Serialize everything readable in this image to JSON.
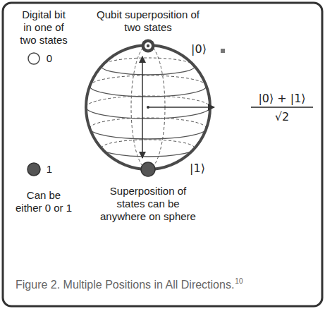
{
  "diagram": {
    "caption": "Figure 2. Multiple Positions in All Directions.",
    "labels": [
      "Digital bit in one of two states",
      "Qubit superposition of two states",
      "|0⟩",
      "0",
      "|0⟩ + |1⟩",
      "√2",
      "1",
      "|1⟩",
      "Can be either 0 or 1",
      "Superposition of states can be anywhere on sphere",
      "10"
    ]
  }
}
